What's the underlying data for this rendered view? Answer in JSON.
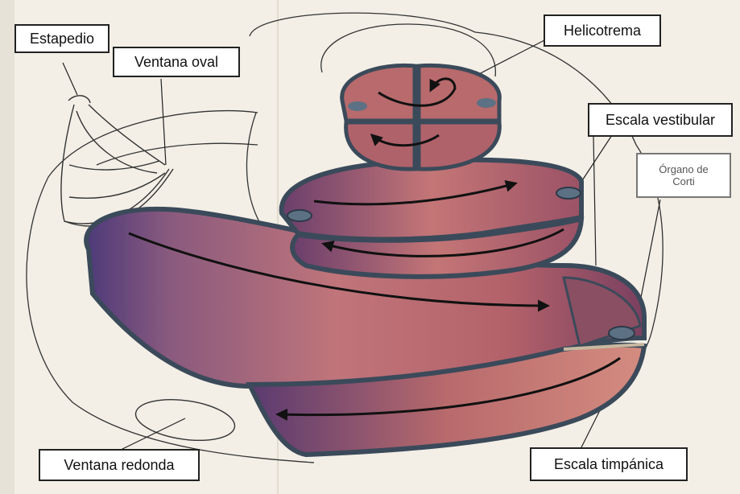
{
  "labels": {
    "estapedio": "Estapedio",
    "ventana_oval": "Ventana oval",
    "helicotrema": "Helicotrema",
    "escala_vestibular": "Escala vestibular",
    "organo_de_corti_line1": "Órgano de",
    "organo_de_corti_line2": "Corti",
    "ventana_redonda": "Ventana redonda",
    "escala_timpanica": "Escala timpánica"
  },
  "colors": {
    "paper": "#f3efe6",
    "tissue_dark": "#5c3a78",
    "tissue_mid": "#a0585e",
    "tissue_light": "#d9948a",
    "membrane": "#6f7f91",
    "arrow": "#111111"
  }
}
